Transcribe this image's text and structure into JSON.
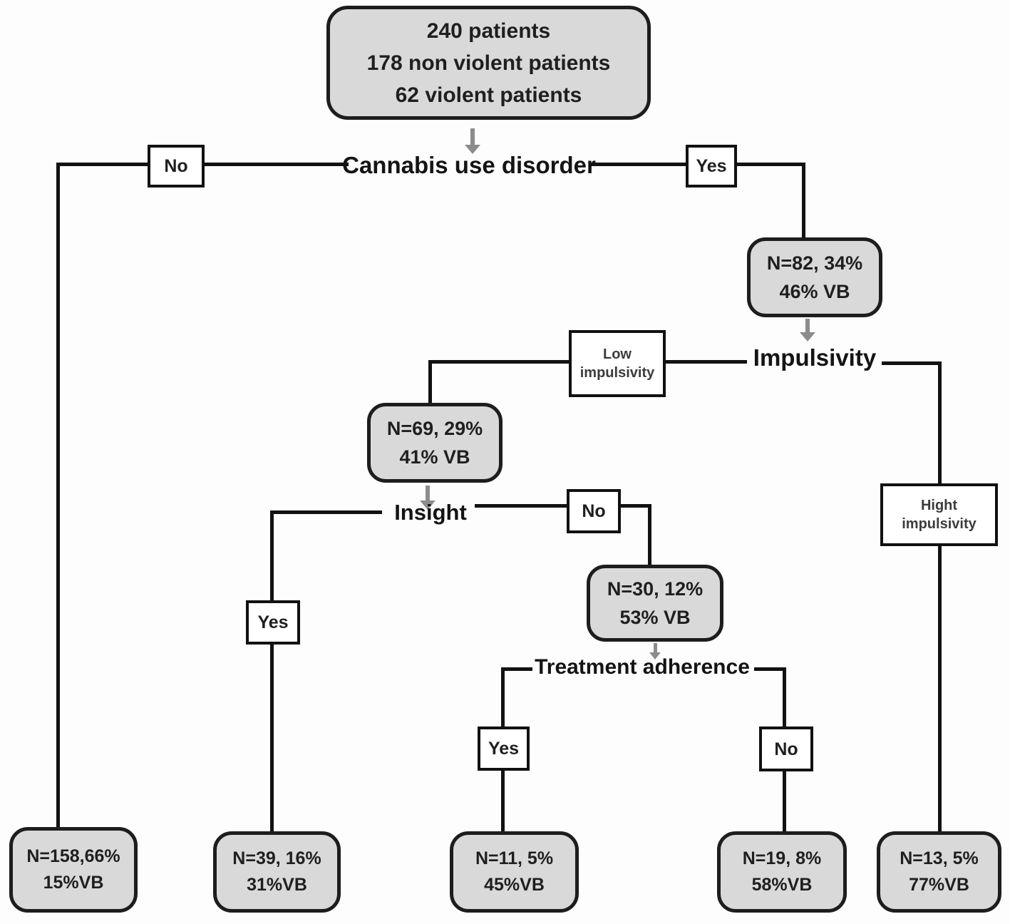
{
  "root": {
    "line1": "240 patients",
    "line2": "178 non violent patients",
    "line3": "62 violent patients"
  },
  "decisions": {
    "cannabis": "Cannabis use disorder",
    "impulsivity": "Impulsivity",
    "insight": "Insight",
    "adherence": "Treatment adherence"
  },
  "tags": {
    "cannabis_no": "No",
    "cannabis_yes": "Yes",
    "low_impulsivity_line1": "Low",
    "low_impulsivity_line2": "impulsivity",
    "high_impulsivity_line1": "Hight",
    "high_impulsivity_line2": "impulsivity",
    "insight_yes": "Yes",
    "insight_no": "No",
    "adherence_yes": "Yes",
    "adherence_no": "No"
  },
  "nodes": {
    "cud_yes": {
      "line1": "N=82, 34%",
      "line2": "46% VB"
    },
    "low_impulsivity": {
      "line1": "N=69, 29%",
      "line2": "41% VB"
    },
    "insight_no": {
      "line1": "N=30, 12%",
      "line2": "53% VB"
    },
    "cud_no": {
      "line1": "N=158,66%",
      "line2": "15%VB"
    },
    "insight_yes": {
      "line1": "N=39, 16%",
      "line2": "31%VB"
    },
    "adherence_yes": {
      "line1": "N=11, 5%",
      "line2": "45%VB"
    },
    "adherence_no": {
      "line1": "N=19, 8%",
      "line2": "58%VB"
    },
    "high_impulsivity": {
      "line1": "N=13, 5%",
      "line2": "77%VB"
    }
  },
  "colors": {
    "node_fill": "#d9d9d9",
    "node_border": "#1d1d1d",
    "connector": "#121212",
    "arrow": "#8c8c8c",
    "tag_fill": "#ffffff",
    "text": "#1f1f1f"
  }
}
